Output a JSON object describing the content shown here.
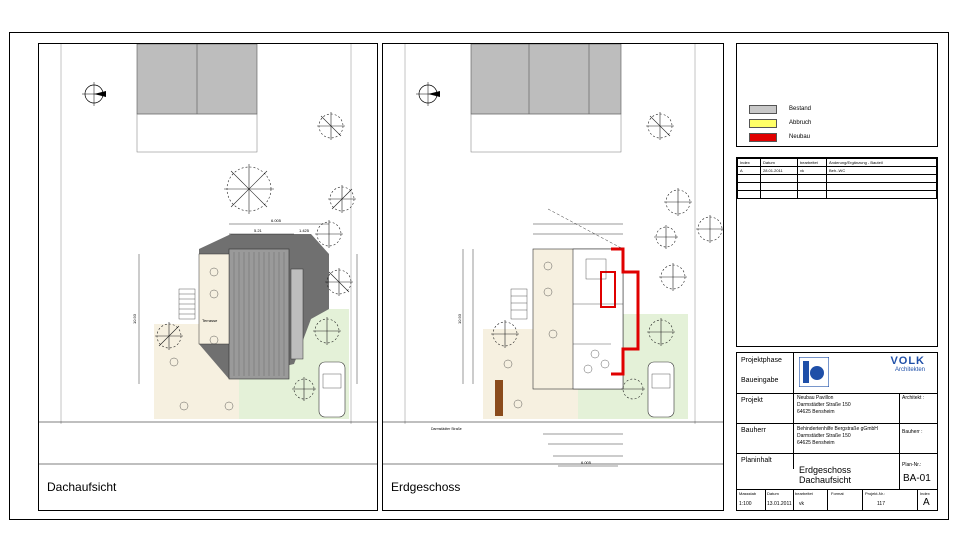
{
  "panels": {
    "left_title": "Dachaufsicht",
    "middle_title": "Erdgeschoss"
  },
  "legend": [
    {
      "label": "Bestand",
      "color": "#c8c8c8"
    },
    {
      "label": "Abbruch",
      "color": "#ffff66"
    },
    {
      "label": "Neubau",
      "color": "#e00000"
    }
  ],
  "revision_table": {
    "headers": [
      "Index",
      "Datum",
      "bearbeitet",
      "Änderung/Ergänzung - Bauteil"
    ],
    "rows": [
      [
        "A",
        "28.01.2011",
        "vk",
        "Beh.-WC"
      ]
    ]
  },
  "title_block": {
    "projektphase_label": "Projektphase",
    "projektphase_value": "Baueingabe",
    "logo_text": "VOLK",
    "logo_sub": "Architekten",
    "projekt_label": "Projekt",
    "projekt_lines": [
      "Neubau Pavillon",
      "Darmstädter Straße 150",
      "64625 Bensheim"
    ],
    "architekt_label": "Architekt :",
    "bauherr_label": "Bauherr",
    "bauherr_lines": [
      "Behindertenhilfe Bergstraße gGmbH",
      "Darmstädter Straße 150",
      "64625 Bensheim"
    ],
    "bauherr_sign_label": "Bauherr :",
    "planinhalt_label": "Planinhalt",
    "planinhalt_lines": [
      "Erdgeschoss",
      "Dachaufsicht"
    ],
    "plan_nr_label": "Plan-Nr.:",
    "plan_nr": "BA-01",
    "footer_headers": [
      "Massstab",
      "Datum",
      "bearbeitet",
      "Format",
      "Projekt-Nr.:",
      "Index"
    ],
    "footer_values": [
      "1:100",
      "13.01.2011",
      "vk",
      "",
      "117",
      "A"
    ]
  },
  "drawing_labels": {
    "terrasse": "Terrasse",
    "strasse": "Darmstädter Straße",
    "dim_total": "6.005",
    "dim_a": "5.21",
    "dim_b": "1.425",
    "dim_left": "10.93"
  }
}
